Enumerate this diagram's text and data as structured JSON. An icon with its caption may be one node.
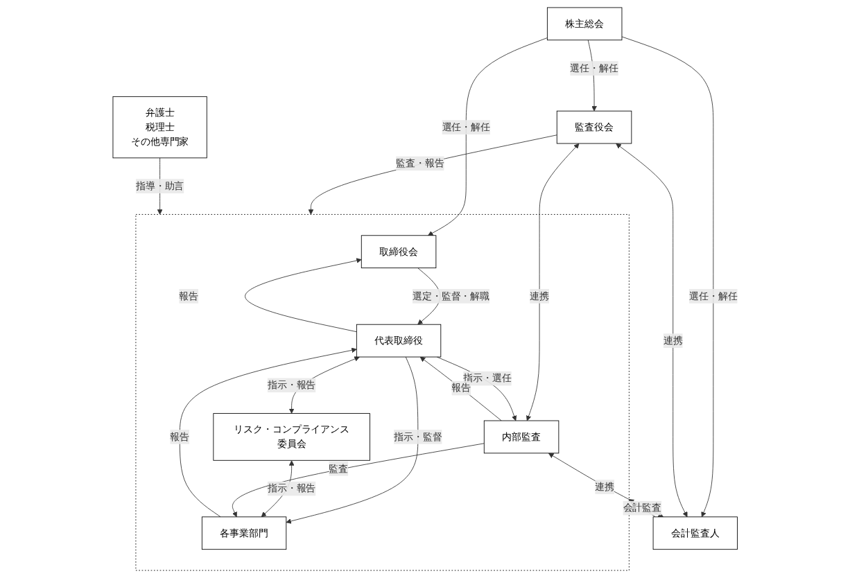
{
  "diagram": {
    "nodes": [
      {
        "text": [
          "株主総会"
        ]
      },
      {
        "text": [],
        "shape": "box"
      },
      {
        "text": [
          "取締役会"
        ],
        "in": 1
      },
      {
        "text": [
          "監査役会"
        ]
      },
      {
        "text": [
          "会計監査人"
        ]
      },
      {
        "text": [
          "代表取締役"
        ],
        "in": 1
      },
      {
        "text": [
          "内部監査"
        ],
        "in": 1
      },
      {
        "text": [
          "リスク・コンプライアンス委員会"
        ],
        "in": 1
      },
      {
        "text": [
          "弁護士",
          "税理士",
          "その他専門家"
        ]
      },
      {
        "text": [
          "各事業部門"
        ],
        "in": 1
      }
    ],
    "edges": [
      {
        "from": 0,
        "to": 2,
        "arrow": "to",
        "label": "選任・解任"
      },
      {
        "from": 0,
        "to": 3,
        "arrow": "to",
        "label": "選任・解任"
      },
      {
        "from": 0,
        "to": 4,
        "arrow": "to",
        "label": "選任・解任"
      },
      {
        "from": 3,
        "to": 1,
        "arrow": "to",
        "label": "監査・報告"
      },
      {
        "from": 3,
        "to": 4,
        "arrow": "both",
        "label": "連携"
      },
      {
        "from": 3,
        "to": 6,
        "arrow": "both",
        "label": "連携"
      },
      {
        "from": 4,
        "to": 1,
        "arrow": "to",
        "label": "会計監査"
      },
      {
        "from": 6,
        "to": 4,
        "arrow": "both",
        "label": "連携"
      },
      {
        "from": 5,
        "to": 2,
        "arrow": "to",
        "label": "報告"
      },
      {
        "from": 2,
        "to": 5,
        "arrow": "to",
        "label": "選定・監督・解職"
      },
      {
        "from": 5,
        "to": 6,
        "arrow": "to",
        "label": "指示・選任"
      },
      {
        "from": 6,
        "to": 5,
        "arrow": "to",
        "label": "報告"
      },
      {
        "from": 5,
        "to": 7,
        "arrow": "both",
        "label": "指示・報告"
      },
      {
        "from": 9,
        "to": 5,
        "arrow": "to",
        "label": "報告"
      },
      {
        "from": 5,
        "to": 9,
        "arrow": "to",
        "label": "指示・監督"
      },
      {
        "from": 7,
        "to": 9,
        "arrow": "both",
        "label": "指示・報告"
      },
      {
        "from": 6,
        "to": 9,
        "arrow": "to",
        "label": "監査"
      },
      {
        "from": 8,
        "to": 1,
        "arrow": "to",
        "label": "指導・助言"
      }
    ]
  }
}
